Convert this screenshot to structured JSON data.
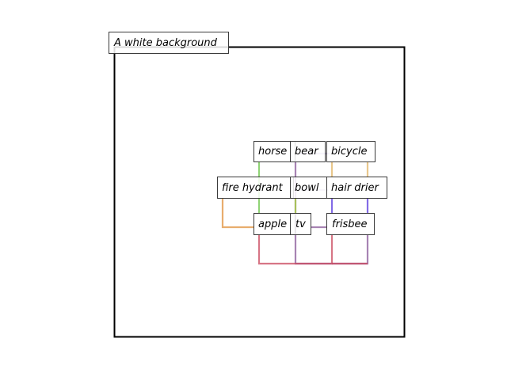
{
  "scene": {
    "caption": "A white background",
    "labels": {
      "horse": "horse",
      "bear": "bear",
      "bicycle": "bicycle",
      "fire_hydrant": "fire hydrant",
      "bowl": "bowl",
      "hair_drier": "hair drier",
      "apple": "apple",
      "tv": "tv",
      "frisbee": "frisbee"
    }
  },
  "edge_colors": {
    "green": "#6cc64a",
    "orange": "#e0923c",
    "purple": "#8a5a9a",
    "tan": "#e2b466",
    "lime": "#a8d43c",
    "blue": "#5a3adf",
    "red": "#c9485e",
    "lavender": "#b8a8dc"
  }
}
